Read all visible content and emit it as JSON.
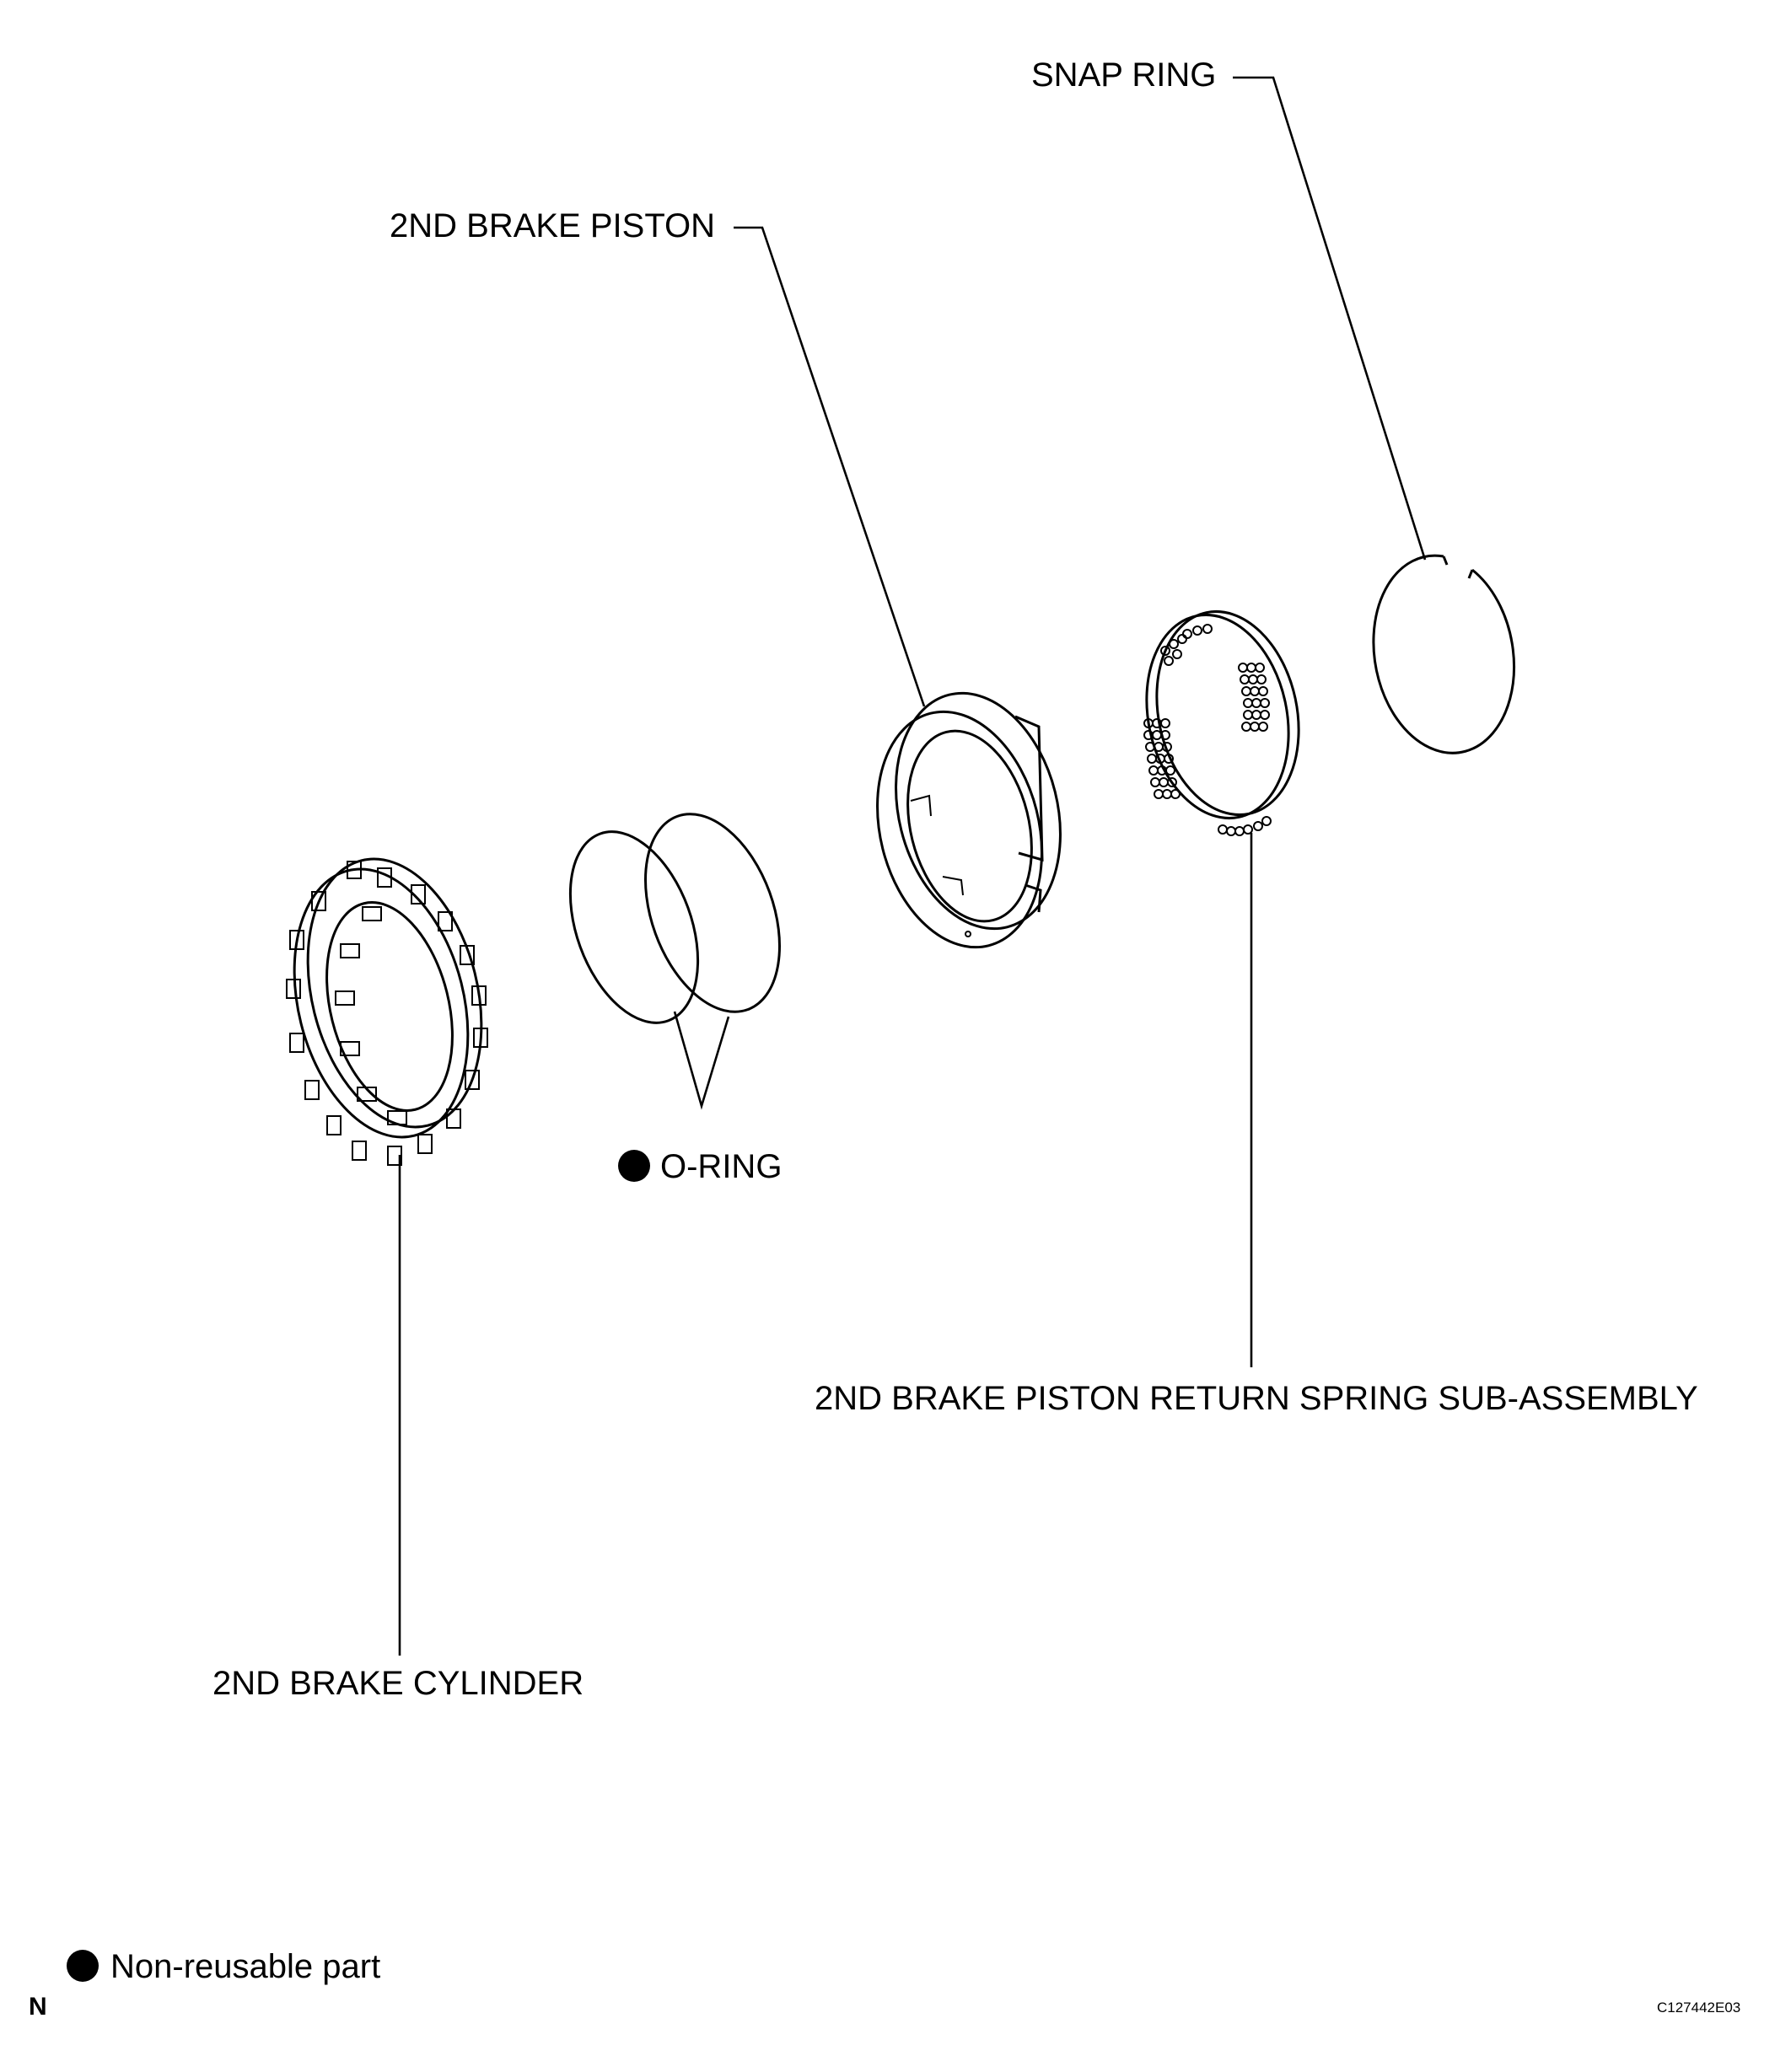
{
  "labels": {
    "snap_ring": "SNAP RING",
    "piston": "2ND BRAKE PISTON",
    "o_ring": "O-RING",
    "return_spring": "2ND BRAKE PISTON RETURN SPRING SUB-ASSEMBLY",
    "cylinder": "2ND BRAKE CYLINDER"
  },
  "legend": {
    "text": "Non-reusable part"
  },
  "corner_mark": "N",
  "figure_code": "C127442E03"
}
